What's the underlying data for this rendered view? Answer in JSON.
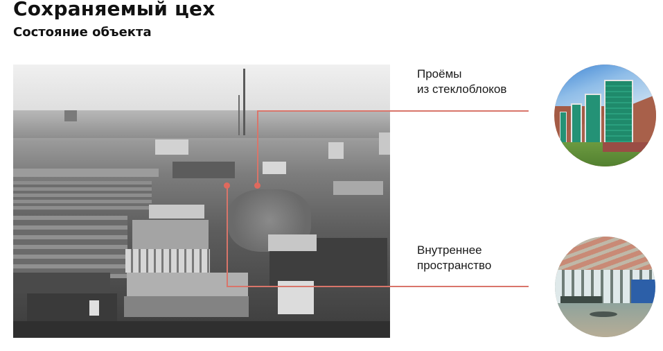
{
  "header": {
    "title": "Сохраняемый цех",
    "subtitle": "Состояние объекта"
  },
  "photo": {
    "description": "Аэрофотоснимок промышленной зоны (чёрно-белый)"
  },
  "callouts": [
    {
      "line1": "Проёмы",
      "line2": "из стеклоблоков",
      "image": "glass-block-facade-photo"
    },
    {
      "line1": "Внутреннее",
      "line2": "пространство",
      "image": "workshop-interior-photo"
    }
  ],
  "colors": {
    "accent_line": "#d9756a",
    "text": "#111111",
    "background": "#ffffff"
  }
}
